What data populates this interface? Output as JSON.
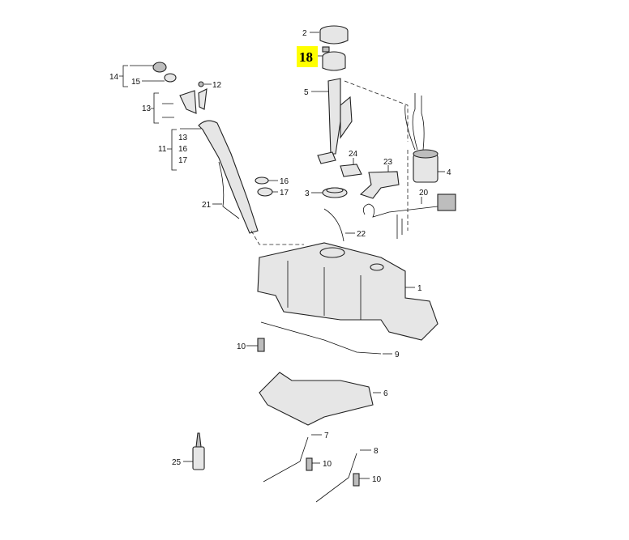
{
  "diagram": {
    "highlight_color": "#ffff00",
    "callouts": {
      "c2": "2",
      "c18": "18",
      "c14": "14",
      "c15": "15",
      "c12": "12",
      "c13a": "13",
      "c5": "5",
      "c11": "11",
      "c11_13": "13",
      "c11_16": "16",
      "c11_17": "17",
      "c16": "16",
      "c17": "17",
      "c3": "3",
      "c24": "24",
      "c23": "23",
      "c4": "4",
      "c20": "20",
      "c21": "21",
      "c22": "22",
      "c1": "1",
      "c10a": "10",
      "c9": "9",
      "c6": "6",
      "c7": "7",
      "c10b": "10",
      "c8": "8",
      "c10c": "10",
      "c25": "25"
    }
  }
}
